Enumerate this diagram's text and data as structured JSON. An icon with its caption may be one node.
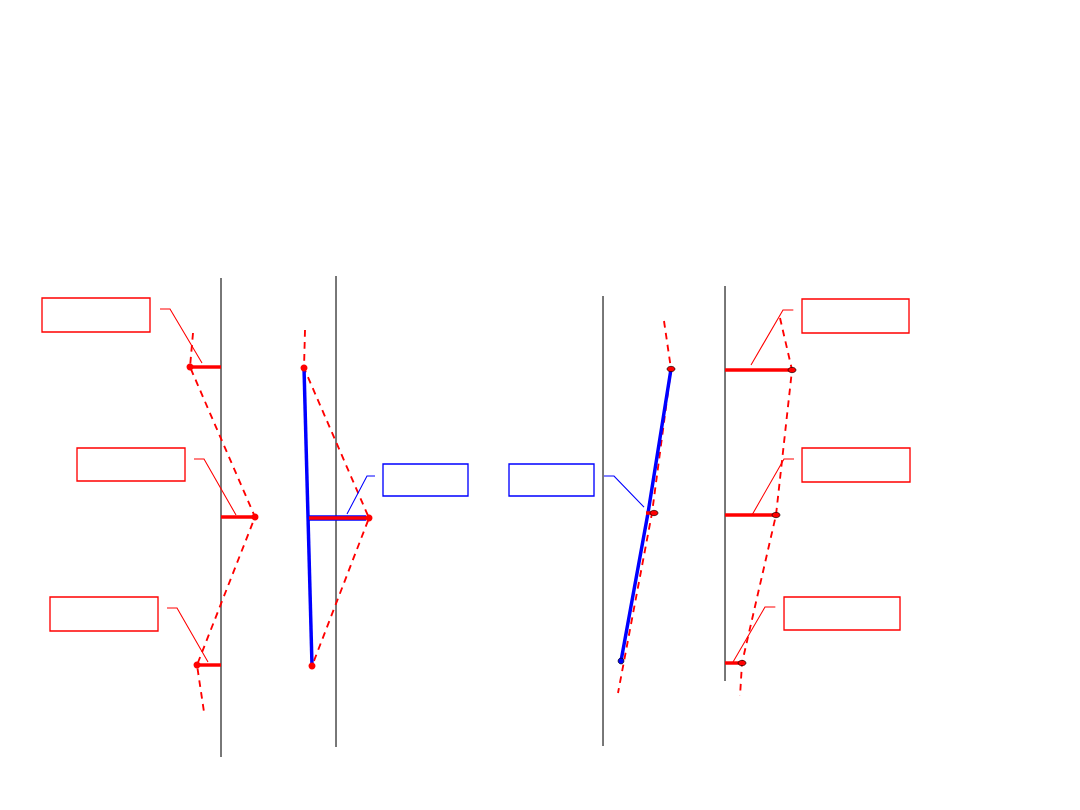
{
  "diagram": {
    "nodes": [
      {
        "text": [],
        "shape": "box"
      },
      {
        "text": [],
        "shape": "box"
      },
      {
        "text": [],
        "shape": "box"
      },
      {
        "text": [],
        "shape": "box"
      },
      {
        "text": [],
        "shape": "box"
      },
      {
        "text": [],
        "shape": "box"
      },
      {
        "text": [],
        "shape": "box"
      },
      {
        "text": [],
        "shape": "box"
      }
    ],
    "edges": [
      {
        "from": 0,
        "to": null,
        "arrow": "none"
      },
      {
        "from": 1,
        "to": null,
        "arrow": "none"
      },
      {
        "from": 2,
        "to": null,
        "arrow": "none"
      },
      {
        "from": 3,
        "to": null,
        "arrow": "none",
        "color": "#0000ff"
      },
      {
        "from": 4,
        "to": null,
        "arrow": "none",
        "color": "#0000ff"
      },
      {
        "from": 5,
        "to": null,
        "arrow": "none"
      },
      {
        "from": 6,
        "to": null,
        "arrow": "none"
      },
      {
        "from": 7,
        "to": null,
        "arrow": "none"
      }
    ]
  }
}
